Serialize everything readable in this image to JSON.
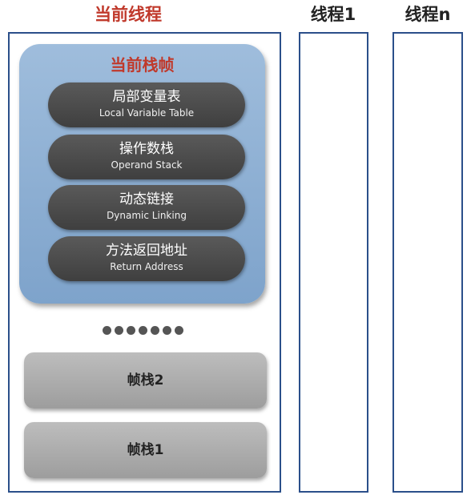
{
  "titles": {
    "current_thread": "当前线程",
    "thread_1": "线程1",
    "thread_n": "线程n"
  },
  "current_frame": {
    "title": "当前栈帧",
    "items": [
      {
        "zh": "局部变量表",
        "en": "Local Variable Table"
      },
      {
        "zh": "操作数栈",
        "en": "Operand Stack"
      },
      {
        "zh": "动态链接",
        "en": "Dynamic Linking"
      },
      {
        "zh": "方法返回地址",
        "en": "Return Address"
      }
    ]
  },
  "ellipsis_dot_count": 7,
  "frames": [
    {
      "label": "帧栈2"
    },
    {
      "label": "帧栈1"
    }
  ],
  "colors": {
    "title_red": "#c0392b",
    "column_border": "#2b4f8a",
    "frame_blue": "#8fb0d3",
    "pill_dark": "#4a4a4a",
    "box_gray": "#ababab"
  }
}
